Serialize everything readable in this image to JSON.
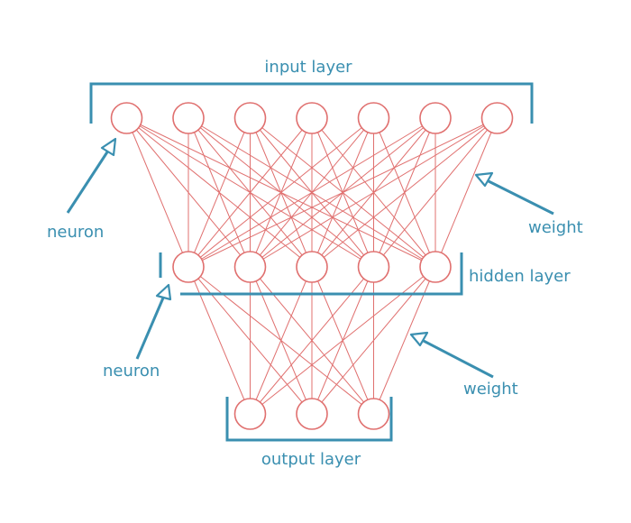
{
  "labels": {
    "input_layer": "input layer",
    "hidden_layer": "hidden layer",
    "output_layer": "output layer",
    "neuron_top": "neuron",
    "neuron_mid": "neuron",
    "weight_top": "weight",
    "weight_mid": "weight"
  },
  "network": {
    "input_neurons": 7,
    "hidden_neurons": 5,
    "output_neurons": 3,
    "fully_connected": true
  },
  "colors": {
    "annotation": "#3a8fb0",
    "network": "#e0706f"
  }
}
